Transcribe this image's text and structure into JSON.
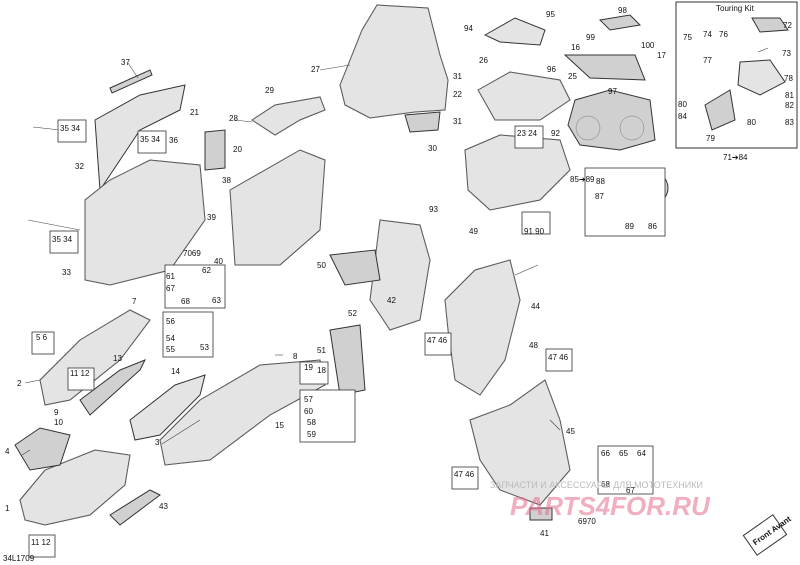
{
  "diagram_code": "34L1709",
  "touring_kit_title": "Touring Kit",
  "front_label": "Front Avant",
  "watermark_small": "ЗАПЧАСТИ И АКСЕССУАРЫ ДЛЯ МОТОТЕХНИКИ",
  "watermark_big": "PARTS4FOR.RU",
  "labels": {
    "l1": "1",
    "l2": "2",
    "l3": "3",
    "l4": "4",
    "l5_6": "5 6",
    "l7": "7",
    "l8": "8",
    "l9": "9",
    "l10": "10",
    "l11_12a": "11 12",
    "l11_12b": "11 12",
    "l13": "13",
    "l14": "14",
    "l15": "15",
    "l16": "16",
    "l17": "17",
    "l18": "18",
    "l19": "19",
    "l20": "20",
    "l21": "21",
    "l22": "22",
    "l23_24": "23 24",
    "l25": "25",
    "l26": "26",
    "l27": "27",
    "l28": "28",
    "l29": "29",
    "l30": "30",
    "l31a": "31",
    "l31b": "31",
    "l32": "32",
    "l33": "33",
    "l35_34a": "35 34",
    "l35_34b": "35 34",
    "l35_34c": "35 34",
    "l36": "36",
    "l37": "37",
    "l38": "38",
    "l39": "39",
    "l40": "40",
    "l41": "41",
    "l42": "42",
    "l43": "43",
    "l44": "44",
    "l45": "45",
    "l47_46a": "47 46",
    "l47_46b": "47 46",
    "l47_46c": "47 46",
    "l48": "48",
    "l49": "49",
    "l50": "50",
    "l51": "51",
    "l52": "52",
    "l53": "53",
    "l54": "54",
    "l55": "55",
    "l56": "56",
    "l57": "57",
    "l58": "58",
    "l59": "59",
    "l60": "60",
    "l61": "61",
    "l62": "62",
    "l63": "63",
    "l64": "64",
    "l65": "65",
    "l66": "66",
    "l67a": "67",
    "l67b": "67",
    "l68a": "68",
    "l68b": "68",
    "l6970": "6970",
    "l7069": "7069",
    "l71_84": "71➔84",
    "l72": "72",
    "l73": "73",
    "l74": "74",
    "l75": "75",
    "l76": "76",
    "l77": "77",
    "l78": "78",
    "l79": "79",
    "l80a": "80",
    "l80b": "80",
    "l81": "81",
    "l82": "82",
    "l83": "83",
    "l84": "84",
    "l85_89": "85➔89",
    "l86": "86",
    "l87": "87",
    "l88": "88",
    "l89": "89",
    "l91_90": "91 90",
    "l92": "92",
    "l93": "93",
    "l94": "94",
    "l95": "95",
    "l96": "96",
    "l97": "97",
    "l98": "98",
    "l99": "99",
    "l100": "100"
  }
}
